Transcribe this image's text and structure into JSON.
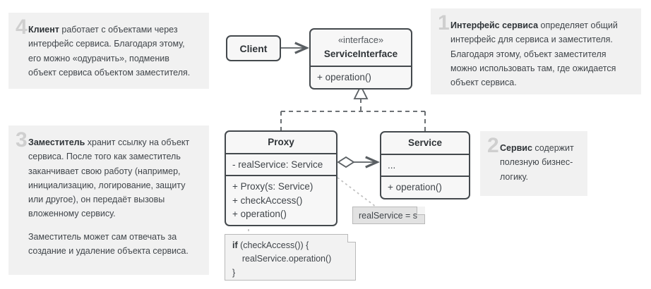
{
  "diagram": {
    "title": "Proxy pattern UML structure",
    "colors": {
      "panel_bg": "#f1f1f1",
      "panel_number": "#cfcfcf",
      "box_border": "#44494d",
      "box_bg": "#f7f7f7",
      "text": "#40454a",
      "note_bg": "#f2f2f2",
      "note_gray_bg": "#e2e2e2",
      "connector": "#5a5f63",
      "dotted_connector": "#bdbdbd"
    }
  },
  "panels": {
    "p4": {
      "number": "4",
      "lead": "Клиент",
      "rest": " работает с объектами через интерфейс сервиса. Благодаря этому, его можно «одурачить», подменив объект сервиса объектом заместителя."
    },
    "p1": {
      "number": "1",
      "lead": "Интерфейс сервиса",
      "rest": " определяет общий интерфейс для сервиса и заместителя. Благодаря этому, объект заместителя можно использовать там, где ожидается объект сервиса."
    },
    "p3": {
      "number": "3",
      "lead": "Заместитель",
      "rest": " хранит ссылку на объект сервиса. После того как заместитель заканчивает свою работу (например, инициализацию, логирование, защиту или другое), он передаёт вызовы вложенному сервису.",
      "para2": "Заместитель может сам отвечать за создание и удаление объекта сервиса."
    },
    "p2": {
      "number": "2",
      "lead": "Сервис",
      "rest": " содержит полезную бизнес-логику."
    }
  },
  "classes": {
    "client": {
      "name": "Client"
    },
    "service_interface": {
      "stereotype": "«interface»",
      "name": "ServiceInterface",
      "operations": [
        "+ operation()"
      ]
    },
    "proxy": {
      "name": "Proxy",
      "attributes": [
        "- realService: Service"
      ],
      "operations": [
        "+ Proxy(s: Service)",
        "+ checkAccess()",
        "+ operation()"
      ]
    },
    "service": {
      "name": "Service",
      "attributes": [
        "..."
      ],
      "operations": [
        "+ operation()"
      ]
    }
  },
  "notes": {
    "real_service": {
      "text": "realService = s"
    },
    "code": {
      "line1_kw": "if",
      "line1_rest": " (checkAccess()) {",
      "line2": "    realService.operation()",
      "line3": "}"
    }
  }
}
